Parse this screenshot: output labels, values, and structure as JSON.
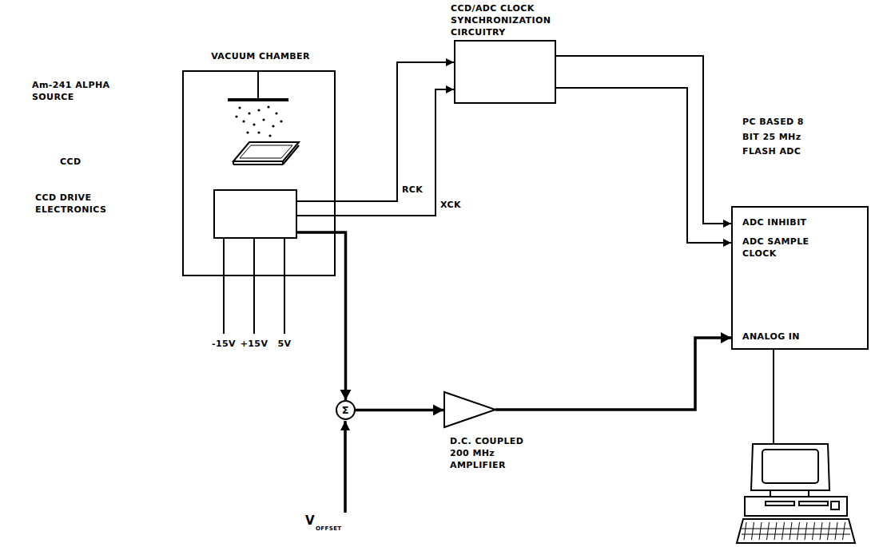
{
  "diagram": {
    "nodes": [
      {
        "text": [
          "VACUUM CHAMBER"
        ]
      },
      {
        "text": [
          "CCD DRIVE ELECTRONICS"
        ],
        "in": 0
      },
      {
        "text": [
          "CCD/ADC CLOCK SYNCHRONIZATION CIRCUITRY"
        ]
      },
      {
        "text": [
          "PC BASED 8 BIT 25 MHz FLASH ADC",
          "ADC INHIBIT",
          "ADC SAMPLE CLOCK",
          "ANALOG IN"
        ]
      },
      {
        "text": [
          "Σ"
        ]
      },
      {
        "text": [
          "D.C. COUPLED 200 MHz AMPLIFIER"
        ]
      }
    ],
    "edges": [
      {
        "from": 1,
        "to": 2,
        "arrow": "to",
        "label": "RCK"
      },
      {
        "from": 1,
        "to": 2,
        "arrow": "to",
        "label": "XCK"
      },
      {
        "from": 2,
        "to": 3,
        "arrow": "to"
      },
      {
        "from": 2,
        "to": 3,
        "arrow": "to"
      },
      {
        "from": 1,
        "to": 4,
        "arrow": "to"
      },
      {
        "from": 4,
        "to": 5,
        "arrow": "to"
      },
      {
        "from": 5,
        "to": 3,
        "arrow": "to"
      }
    ],
    "labels": [
      "Am-241 ALPHA SOURCE",
      "CCD",
      "-15V",
      "+15V",
      "5V",
      "V",
      "OFFSET"
    ]
  }
}
